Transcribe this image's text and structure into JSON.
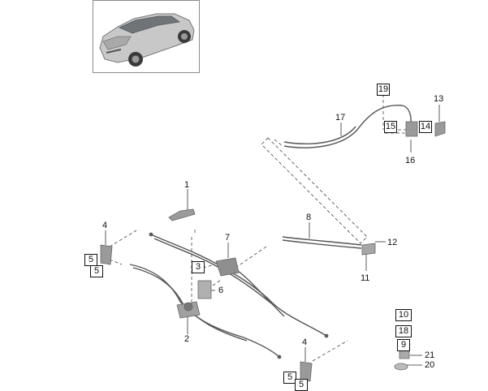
{
  "callouts": {
    "c1": "1",
    "c2": "2",
    "c3": "3",
    "c4a": "4",
    "c4b": "4",
    "c5a": "5",
    "c5b": "5",
    "c5c": "5",
    "c5d": "5",
    "c6": "6",
    "c7": "7",
    "c8": "8",
    "c9": "9",
    "c10": "10",
    "c11": "11",
    "c12": "12",
    "c13": "13",
    "c14": "14",
    "c15": "15",
    "c16": "16",
    "c17": "17",
    "c18": "18",
    "c19": "19",
    "c20": "20",
    "c21": "21"
  },
  "colors": {
    "line": "#333333",
    "cable": "#555555",
    "part": "#9a9a9a",
    "frame": "#8a8a8a"
  }
}
